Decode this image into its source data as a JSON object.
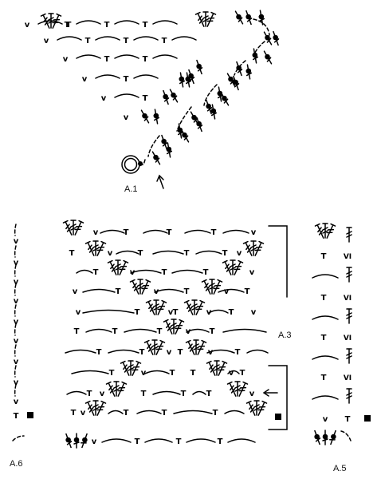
{
  "labels": {
    "a1": "A.1",
    "a3": "A.3",
    "a5": "A.5",
    "a6": "A.6"
  },
  "glyphs": {
    "tr": "T",
    "vi": "VI",
    "v": "v"
  },
  "icons": {
    "arrow": "arrow-icon",
    "magic_ring": "magic-ring-icon",
    "marker": "square-marker-icon",
    "stitch_group": "stitch-group-icon",
    "chain_arc": "chain-arc-icon"
  }
}
